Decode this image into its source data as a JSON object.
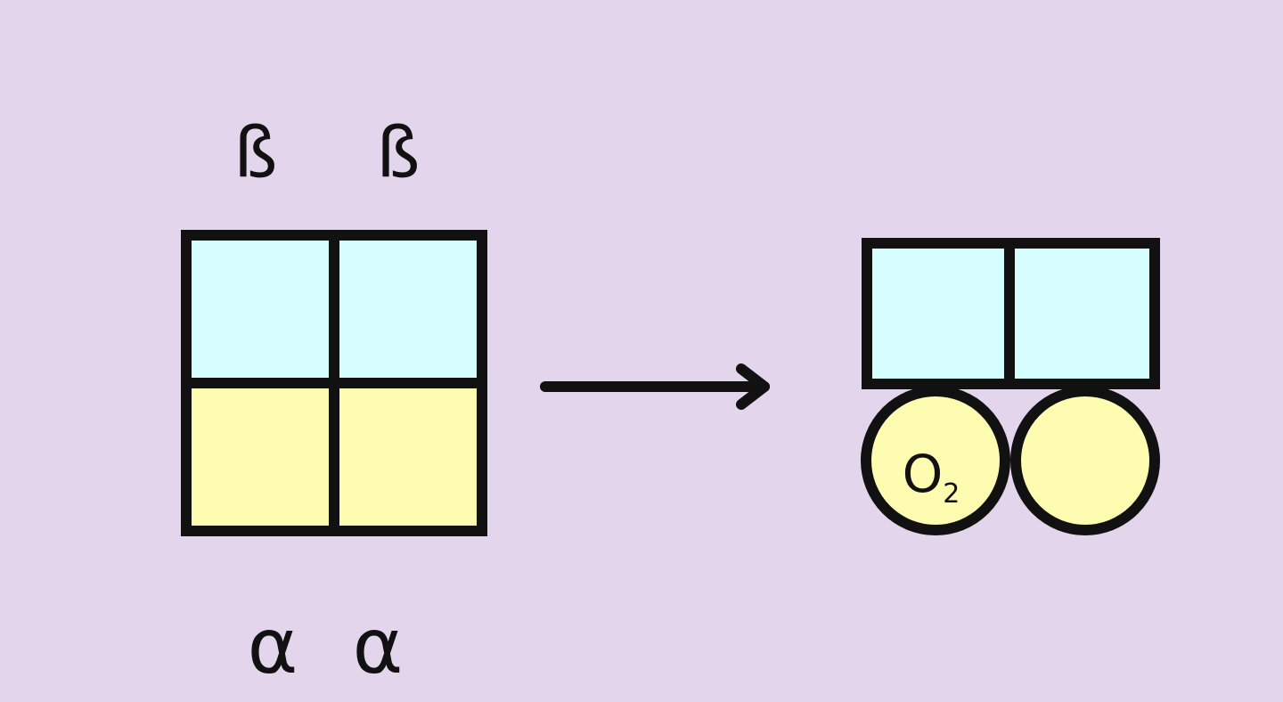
{
  "diagram": {
    "background_color": "#e2d5ec",
    "beta_color": "#d6fefe",
    "alpha_color": "#fefcb0",
    "stroke_color": "#111111",
    "left_structure": {
      "top_labels": [
        "ß",
        "ß"
      ],
      "bottom_labels": [
        "α",
        "α"
      ]
    },
    "arrow": {
      "icon": "right-arrow-icon"
    },
    "right_structure": {
      "bound_label": {
        "main": "O",
        "subscript": "2"
      }
    }
  }
}
